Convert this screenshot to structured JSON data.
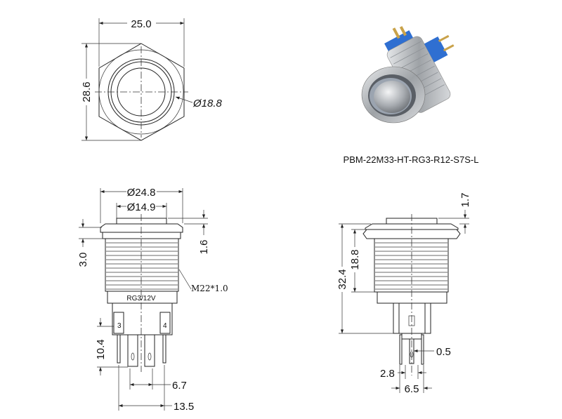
{
  "top_view": {
    "width": "25.0",
    "height": "28.6",
    "diameter": "Ø18.8"
  },
  "photo": {
    "caption": "PBM-22M33-HT-RG3-R12-S7S-L"
  },
  "side_view": {
    "outer_diameter": "Ø24.8",
    "cap_diameter": "Ø14.9",
    "bezel_height": "3.0",
    "cap_height": "1.6",
    "thread": "M22*1.0",
    "housing_label": "RG3/12V",
    "pin1": "3",
    "pin2": "4",
    "terminal_length": "10.4",
    "pin_spacing_inner": "6.7",
    "pin_spacing_outer": "13.5"
  },
  "front_view": {
    "cap_height": "1.7",
    "total_height": "32.4",
    "thread_length": "18.8",
    "pin_thickness": "0.5",
    "pin_width": "2.8",
    "pin_spacing": "6.5"
  },
  "colors": {
    "line": "#222222",
    "terminal_blue": "#2f6fd1",
    "steel": "#b9bcc0"
  }
}
